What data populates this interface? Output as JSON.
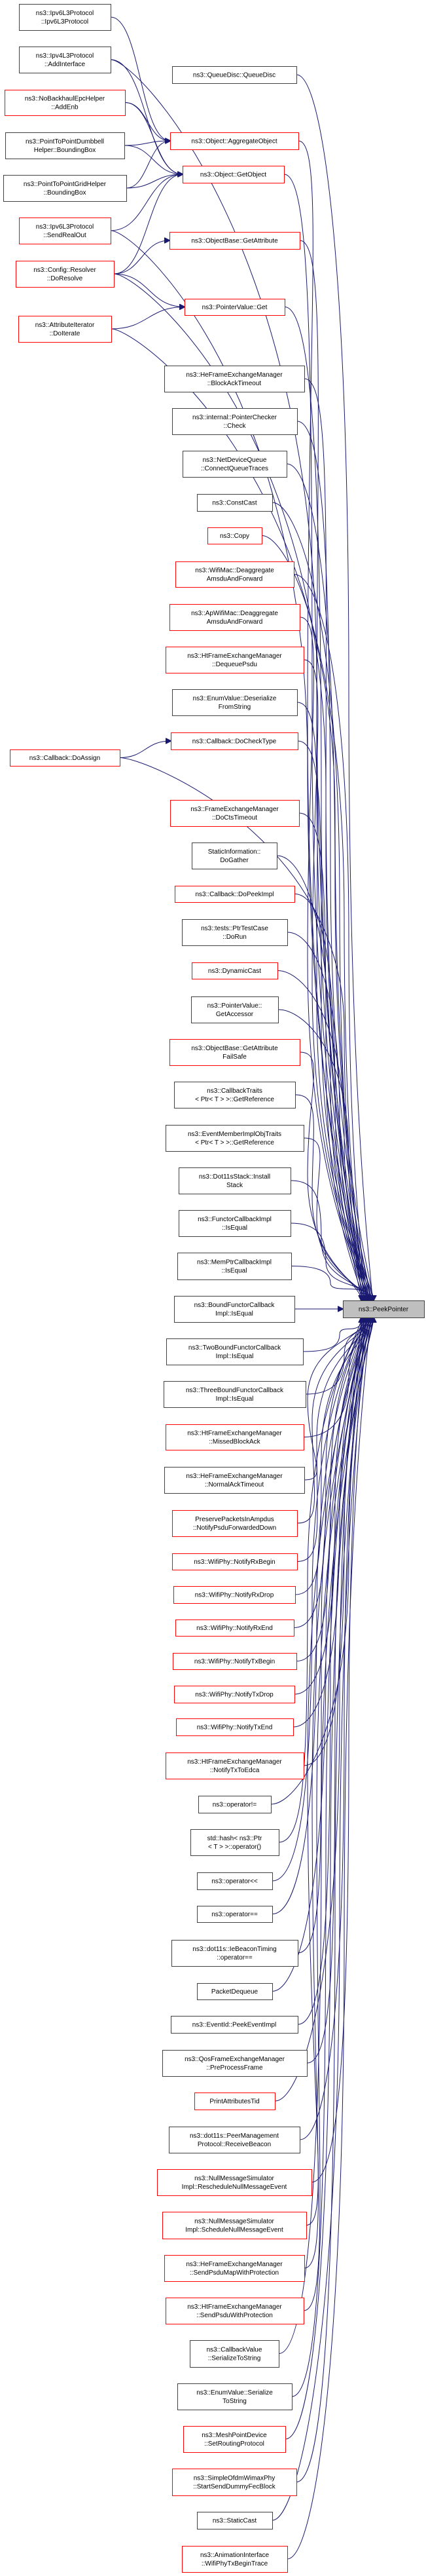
{
  "diagram": {
    "type": "call-graph",
    "direction": "right-to-left callers",
    "colors": {
      "edge": "#191970",
      "node_border_default": "#404040",
      "node_border_truncated": "#ff0000",
      "node_fill": "#ffffff",
      "target_fill": "#bfbfbf"
    },
    "target": {
      "id": "peek",
      "lines": [
        "ns3::PeekPointer"
      ]
    },
    "nodes": [
      {
        "id": "ipv6ctor",
        "lines": [
          "ns3::Ipv6L3Protocol",
          "::Ipv6L3Protocol"
        ],
        "style": "normal"
      },
      {
        "id": "ipv4add",
        "lines": [
          "ns3::Ipv4L3Protocol",
          "::AddInterface"
        ],
        "style": "normal"
      },
      {
        "id": "nobackhaul",
        "lines": [
          "ns3::NoBackhaulEpcHelper",
          "::AddEnb"
        ],
        "style": "truncated"
      },
      {
        "id": "p2pdumbbell",
        "lines": [
          "ns3::PointToPointDumbbell",
          "Helper::BoundingBox"
        ],
        "style": "normal"
      },
      {
        "id": "p2pgrid",
        "lines": [
          "ns3::PointToPointGridHelper",
          "::BoundingBox"
        ],
        "style": "normal"
      },
      {
        "id": "ipv6send",
        "lines": [
          "ns3::Ipv6L3Protocol",
          "::SendRealOut"
        ],
        "style": "truncated"
      },
      {
        "id": "resolver",
        "lines": [
          "ns3::Config::Resolver",
          "::DoResolve"
        ],
        "style": "truncated"
      },
      {
        "id": "attriter",
        "lines": [
          "ns3::AttributeIterator",
          "::DoIterate"
        ],
        "style": "truncated"
      },
      {
        "id": "doassign",
        "lines": [
          "ns3::Callback::DoAssign"
        ],
        "style": "truncated"
      },
      {
        "id": "queuedisc",
        "lines": [
          "ns3::QueueDisc::QueueDisc"
        ],
        "style": "normal"
      },
      {
        "id": "aggregate",
        "lines": [
          "ns3::Object::AggregateObject"
        ],
        "style": "truncated"
      },
      {
        "id": "getobject",
        "lines": [
          "ns3::Object::GetObject"
        ],
        "style": "truncated"
      },
      {
        "id": "getattr",
        "lines": [
          "ns3::ObjectBase::GetAttribute"
        ],
        "style": "truncated"
      },
      {
        "id": "ptrget",
        "lines": [
          "ns3::PointerValue::Get"
        ],
        "style": "truncated"
      },
      {
        "id": "heblockack",
        "lines": [
          "ns3::HeFrameExchangeManager",
          "::BlockAckTimeout"
        ],
        "style": "normal"
      },
      {
        "id": "ptrcheck",
        "lines": [
          "ns3::internal::PointerChecker",
          "::Check"
        ],
        "style": "normal"
      },
      {
        "id": "ndqueue",
        "lines": [
          "ns3::NetDeviceQueue",
          "::ConnectQueueTraces"
        ],
        "style": "normal"
      },
      {
        "id": "constcast",
        "lines": [
          "ns3::ConstCast"
        ],
        "style": "normal"
      },
      {
        "id": "copy",
        "lines": [
          "ns3::Copy"
        ],
        "style": "truncated"
      },
      {
        "id": "wifimacdeagg",
        "lines": [
          "ns3::WifiMac::Deaggregate",
          "AmsduAndForward"
        ],
        "style": "truncated"
      },
      {
        "id": "apwifimacdeagg",
        "lines": [
          "ns3::ApWifiMac::Deaggregate",
          "AmsduAndForward"
        ],
        "style": "truncated"
      },
      {
        "id": "htdequeue",
        "lines": [
          "ns3::HtFrameExchangeManager",
          "::DequeuePsdu"
        ],
        "style": "truncated"
      },
      {
        "id": "enumdeser",
        "lines": [
          "ns3::EnumValue::Deserialize",
          "FromString"
        ],
        "style": "normal"
      },
      {
        "id": "docheck",
        "lines": [
          "ns3::Callback::DoCheckType"
        ],
        "style": "truncated"
      },
      {
        "id": "ctstimeout",
        "lines": [
          "ns3::FrameExchangeManager",
          "::DoCtsTimeout"
        ],
        "style": "truncated"
      },
      {
        "id": "dogather",
        "lines": [
          "StaticInformation::",
          "DoGather"
        ],
        "style": "normal"
      },
      {
        "id": "dopeek",
        "lines": [
          "ns3::Callback::DoPeekImpl"
        ],
        "style": "truncated"
      },
      {
        "id": "ptrtest",
        "lines": [
          "ns3::tests::PtrTestCase",
          "::DoRun"
        ],
        "style": "normal"
      },
      {
        "id": "dyncast",
        "lines": [
          "ns3::DynamicCast"
        ],
        "style": "truncated"
      },
      {
        "id": "getaccessor",
        "lines": [
          "ns3::PointerValue::",
          "GetAccessor"
        ],
        "style": "normal"
      },
      {
        "id": "getattrfs",
        "lines": [
          "ns3::ObjectBase::GetAttribute",
          "FailSafe"
        ],
        "style": "truncated"
      },
      {
        "id": "cbtraits",
        "lines": [
          "ns3::CallbackTraits",
          "< Ptr< T > >::GetReference"
        ],
        "style": "normal"
      },
      {
        "id": "evtraits",
        "lines": [
          "ns3::EventMemberImplObjTraits",
          "< Ptr< T > >::GetReference"
        ],
        "style": "normal"
      },
      {
        "id": "dot11install",
        "lines": [
          "ns3::Dot11sStack::Install",
          "Stack"
        ],
        "style": "normal"
      },
      {
        "id": "functoreq",
        "lines": [
          "ns3::FunctorCallbackImpl",
          "::IsEqual"
        ],
        "style": "normal"
      },
      {
        "id": "memptreq",
        "lines": [
          "ns3::MemPtrCallbackImpl",
          "::IsEqual"
        ],
        "style": "normal"
      },
      {
        "id": "boundeq",
        "lines": [
          "ns3::BoundFunctorCallback",
          "Impl::IsEqual"
        ],
        "style": "normal"
      },
      {
        "id": "twoboundeq",
        "lines": [
          "ns3::TwoBoundFunctorCallback",
          "Impl::IsEqual"
        ],
        "style": "normal"
      },
      {
        "id": "threeboundeq",
        "lines": [
          "ns3::ThreeBoundFunctorCallback",
          "Impl::IsEqual"
        ],
        "style": "normal"
      },
      {
        "id": "missedba",
        "lines": [
          "ns3::HtFrameExchangeManager",
          "::MissedBlockAck"
        ],
        "style": "truncated"
      },
      {
        "id": "normalack",
        "lines": [
          "ns3::HeFrameExchangeManager",
          "::NormalAckTimeout"
        ],
        "style": "normal"
      },
      {
        "id": "preserve",
        "lines": [
          "PreservePacketsInAmpdus",
          "::NotifyPsduForwardedDown"
        ],
        "style": "truncated"
      },
      {
        "id": "rxbegin",
        "lines": [
          "ns3::WifiPhy::NotifyRxBegin"
        ],
        "style": "truncated"
      },
      {
        "id": "rxdrop",
        "lines": [
          "ns3::WifiPhy::NotifyRxDrop"
        ],
        "style": "truncated"
      },
      {
        "id": "rxend",
        "lines": [
          "ns3::WifiPhy::NotifyRxEnd"
        ],
        "style": "truncated"
      },
      {
        "id": "txbegin",
        "lines": [
          "ns3::WifiPhy::NotifyTxBegin"
        ],
        "style": "truncated"
      },
      {
        "id": "txdrop",
        "lines": [
          "ns3::WifiPhy::NotifyTxDrop"
        ],
        "style": "truncated"
      },
      {
        "id": "txend",
        "lines": [
          "ns3::WifiPhy::NotifyTxEnd"
        ],
        "style": "truncated"
      },
      {
        "id": "txtoedca",
        "lines": [
          "ns3::HtFrameExchangeManager",
          "::NotifyTxToEdca"
        ],
        "style": "truncated"
      },
      {
        "id": "opne",
        "lines": [
          "ns3::operator!="
        ],
        "style": "normal"
      },
      {
        "id": "stdhash",
        "lines": [
          "std::hash< ns3::Ptr",
          "< T > >::operator()"
        ],
        "style": "normal"
      },
      {
        "id": "opshl",
        "lines": [
          "ns3::operator<<"
        ],
        "style": "normal"
      },
      {
        "id": "opeq",
        "lines": [
          "ns3::operator=="
        ],
        "style": "normal"
      },
      {
        "id": "iebeacon",
        "lines": [
          "ns3::dot11s::IeBeaconTiming",
          "::operator=="
        ],
        "style": "normal"
      },
      {
        "id": "pktdequeue",
        "lines": [
          "PacketDequeue"
        ],
        "style": "normal"
      },
      {
        "id": "peekevent",
        "lines": [
          "ns3::EventId::PeekEventImpl"
        ],
        "style": "normal"
      },
      {
        "id": "qospre",
        "lines": [
          "ns3::QosFrameExchangeManager",
          "::PreProcessFrame"
        ],
        "style": "normal"
      },
      {
        "id": "printtid",
        "lines": [
          "PrintAttributesTid"
        ],
        "style": "truncated"
      },
      {
        "id": "peerbeacon",
        "lines": [
          "ns3::dot11s::PeerManagement",
          "Protocol::ReceiveBeacon"
        ],
        "style": "normal"
      },
      {
        "id": "resched",
        "lines": [
          "ns3::NullMessageSimulator",
          "Impl::RescheduleNullMessageEvent"
        ],
        "style": "truncated"
      },
      {
        "id": "schednull",
        "lines": [
          "ns3::NullMessageSimulator",
          "Impl::ScheduleNullMessageEvent"
        ],
        "style": "truncated"
      },
      {
        "id": "hepsdumap",
        "lines": [
          "ns3::HeFrameExchangeManager",
          "::SendPsduMapWithProtection"
        ],
        "style": "truncated"
      },
      {
        "id": "htpsdu",
        "lines": [
          "ns3::HtFrameExchangeManager",
          "::SendPsduWithProtection"
        ],
        "style": "truncated"
      },
      {
        "id": "cbser",
        "lines": [
          "ns3::CallbackValue",
          "::SerializeToString"
        ],
        "style": "normal"
      },
      {
        "id": "enumser",
        "lines": [
          "ns3::EnumValue::Serialize",
          "ToString"
        ],
        "style": "normal"
      },
      {
        "id": "meshrouting",
        "lines": [
          "ns3::MeshPointDevice",
          "::SetRoutingProtocol"
        ],
        "style": "truncated"
      },
      {
        "id": "wimaxfec",
        "lines": [
          "ns3::SimpleOfdmWimaxPhy",
          "::StartSendDummyFecBlock"
        ],
        "style": "truncated"
      },
      {
        "id": "staticcast",
        "lines": [
          "ns3::StaticCast"
        ],
        "style": "normal"
      },
      {
        "id": "animtrace",
        "lines": [
          "ns3::AnimationInterface",
          "::WifiPhyTxBeginTrace"
        ],
        "style": "truncated"
      }
    ],
    "edges": [
      [
        "ipv6ctor",
        "aggregate"
      ],
      [
        "ipv4add",
        "getobject"
      ],
      [
        "ipv4add",
        "peek"
      ],
      [
        "nobackhaul",
        "aggregate"
      ],
      [
        "nobackhaul",
        "getobject"
      ],
      [
        "p2pdumbbell",
        "aggregate"
      ],
      [
        "p2pdumbbell",
        "getobject"
      ],
      [
        "p2pgrid",
        "aggregate"
      ],
      [
        "p2pgrid",
        "getobject"
      ],
      [
        "ipv6send",
        "getobject"
      ],
      [
        "ipv6send",
        "peek"
      ],
      [
        "resolver",
        "getobject"
      ],
      [
        "resolver",
        "getattr"
      ],
      [
        "resolver",
        "ptrget"
      ],
      [
        "resolver",
        "peek"
      ],
      [
        "attriter",
        "ptrget"
      ],
      [
        "attriter",
        "peek"
      ],
      [
        "doassign",
        "docheck"
      ],
      [
        "doassign",
        "peek"
      ],
      [
        "queuedisc",
        "peek"
      ],
      [
        "aggregate",
        "peek"
      ],
      [
        "getobject",
        "peek"
      ],
      [
        "getattr",
        "peek"
      ],
      [
        "ptrget",
        "peek"
      ],
      [
        "heblockack",
        "peek"
      ],
      [
        "ptrcheck",
        "peek"
      ],
      [
        "ndqueue",
        "peek"
      ],
      [
        "constcast",
        "peek"
      ],
      [
        "copy",
        "peek"
      ],
      [
        "wifimacdeagg",
        "peek"
      ],
      [
        "apwifimacdeagg",
        "peek"
      ],
      [
        "htdequeue",
        "peek"
      ],
      [
        "enumdeser",
        "peek"
      ],
      [
        "docheck",
        "peek"
      ],
      [
        "ctstimeout",
        "peek"
      ],
      [
        "dogather",
        "peek"
      ],
      [
        "dopeek",
        "peek"
      ],
      [
        "ptrtest",
        "peek"
      ],
      [
        "dyncast",
        "peek"
      ],
      [
        "getaccessor",
        "peek"
      ],
      [
        "getattrfs",
        "peek"
      ],
      [
        "cbtraits",
        "peek"
      ],
      [
        "evtraits",
        "peek"
      ],
      [
        "dot11install",
        "peek"
      ],
      [
        "functoreq",
        "peek"
      ],
      [
        "memptreq",
        "peek"
      ],
      [
        "boundeq",
        "peek"
      ],
      [
        "twoboundeq",
        "peek"
      ],
      [
        "threeboundeq",
        "peek"
      ],
      [
        "missedba",
        "peek"
      ],
      [
        "normalack",
        "peek"
      ],
      [
        "preserve",
        "peek"
      ],
      [
        "rxbegin",
        "peek"
      ],
      [
        "rxdrop",
        "peek"
      ],
      [
        "rxend",
        "peek"
      ],
      [
        "txbegin",
        "peek"
      ],
      [
        "txdrop",
        "peek"
      ],
      [
        "txend",
        "peek"
      ],
      [
        "txtoedca",
        "peek"
      ],
      [
        "opne",
        "peek"
      ],
      [
        "stdhash",
        "peek"
      ],
      [
        "opshl",
        "peek"
      ],
      [
        "opeq",
        "peek"
      ],
      [
        "iebeacon",
        "peek"
      ],
      [
        "pktdequeue",
        "peek"
      ],
      [
        "peekevent",
        "peek"
      ],
      [
        "qospre",
        "peek"
      ],
      [
        "printtid",
        "peek"
      ],
      [
        "peerbeacon",
        "peek"
      ],
      [
        "resched",
        "peek"
      ],
      [
        "schednull",
        "peek"
      ],
      [
        "hepsdumap",
        "peek"
      ],
      [
        "htpsdu",
        "peek"
      ],
      [
        "cbser",
        "peek"
      ],
      [
        "enumser",
        "peek"
      ],
      [
        "meshrouting",
        "peek"
      ],
      [
        "wimaxfec",
        "peek"
      ],
      [
        "staticcast",
        "peek"
      ],
      [
        "animtrace",
        "peek"
      ]
    ]
  }
}
